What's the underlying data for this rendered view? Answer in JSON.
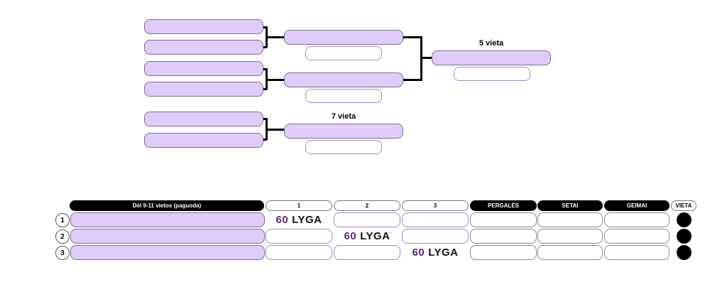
{
  "bracket": {
    "rounds": [
      {
        "title": "5 vieta"
      },
      {
        "title": "7 vieta"
      }
    ]
  },
  "table": {
    "headers": {
      "name": "Dėl 9-11 vietos (paguoda)",
      "games": [
        "1",
        "2",
        "3"
      ],
      "pergales": "PERGALĖS",
      "setai": "SETAI",
      "geimai": "GEIMAI",
      "vieta": "VIETA"
    },
    "rows": [
      {
        "num": "1",
        "logo_col": 0
      },
      {
        "num": "2",
        "logo_col": 1
      },
      {
        "num": "3",
        "logo_col": 2
      }
    ],
    "logo": {
      "number": "60",
      "text": "LYGA",
      "number_color": "#5a2a80"
    }
  },
  "colors": {
    "slot_fill": "#dfccfb",
    "score_border": "#a687c9",
    "dark": "#000000"
  }
}
